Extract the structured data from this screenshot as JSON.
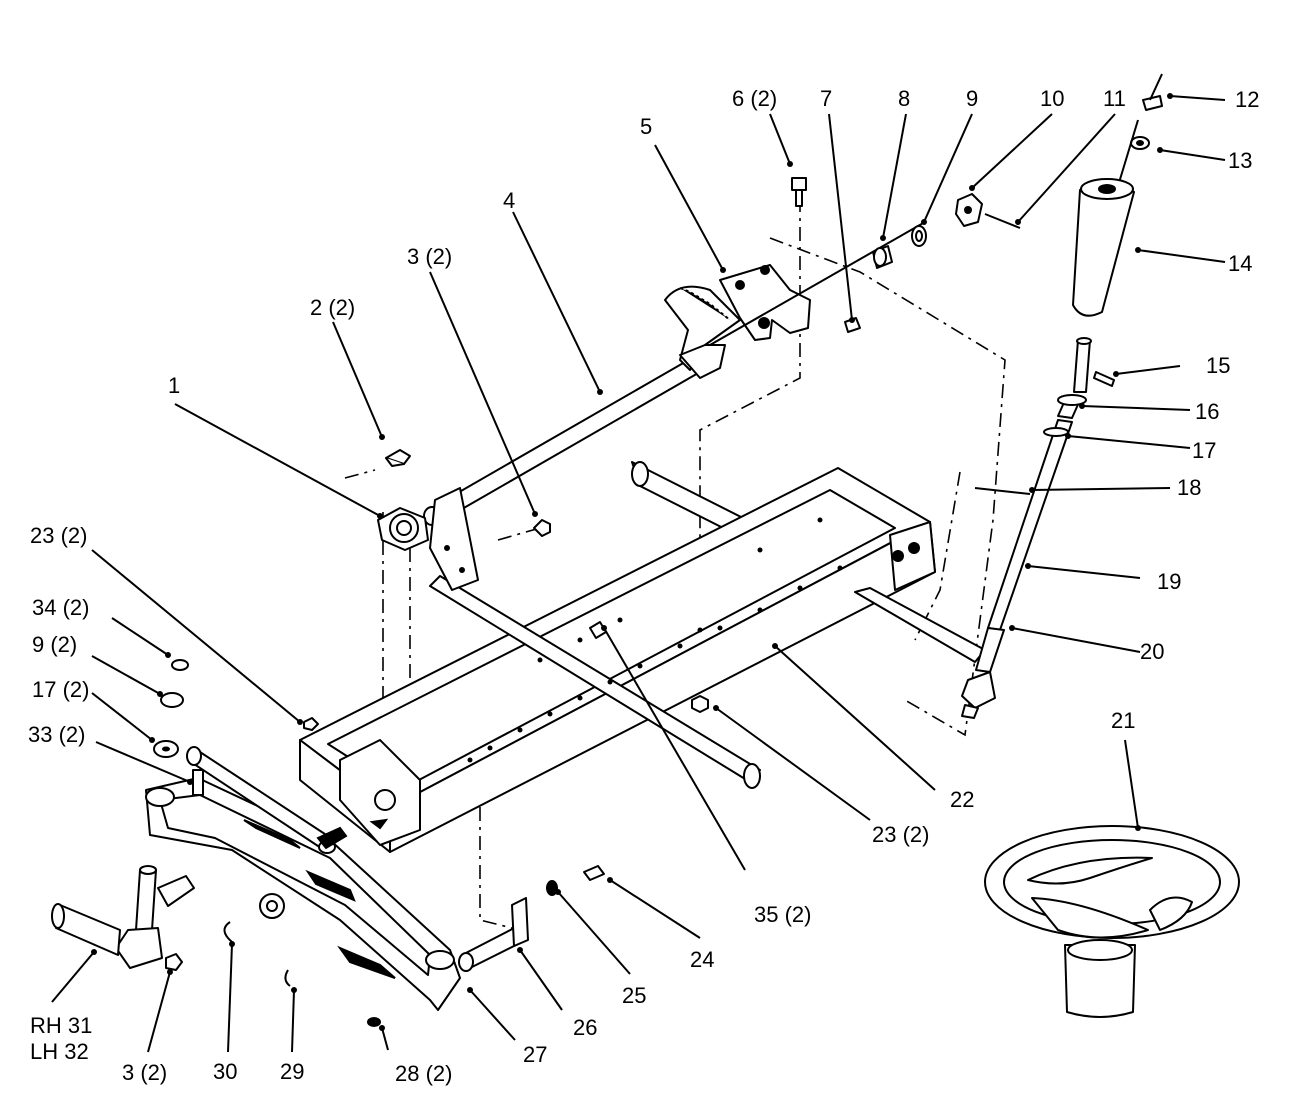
{
  "labels": {
    "l1": "1",
    "l2": "2 (2)",
    "l3a": "3 (2)",
    "l3b": "3 (2)",
    "l4": "4",
    "l5": "5",
    "l6": "6 (2)",
    "l7": "7",
    "l8": "8",
    "l9": "9",
    "l9b": "9 (2)",
    "l10": "10",
    "l11": "11",
    "l12": "12",
    "l13": "13",
    "l14": "14",
    "l15": "15",
    "l16": "16",
    "l17": "17",
    "l17b": "17 (2)",
    "l18": "18",
    "l19": "19",
    "l20": "20",
    "l21": "21",
    "l22": "22",
    "l23a": "23 (2)",
    "l23b": "23 (2)",
    "l24": "24",
    "l25": "25",
    "l26": "26",
    "l27": "27",
    "l28": "28 (2)",
    "l29": "29",
    "l30": "30",
    "l31": "RH 31",
    "l32": "LH 32",
    "l33": "33 (2)",
    "l34": "34 (2)",
    "l35": "35 (2)"
  }
}
